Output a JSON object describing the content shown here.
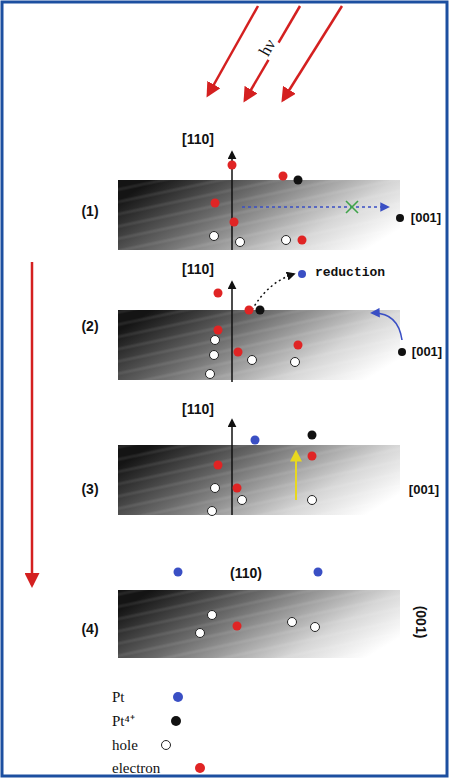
{
  "diagram": {
    "labels": [
      "hν",
      "[110]",
      "(1)",
      "[001]",
      "[110]",
      "reduction",
      "(2)",
      "[001]",
      "[110]",
      "(3)",
      "[001]",
      "(110)",
      "(4)",
      "(001)"
    ],
    "legend": [
      {
        "text": "Pt",
        "color": "#3a4fc4"
      },
      {
        "text": "Pt⁴⁺",
        "color": "#111111"
      },
      {
        "text": "hole"
      },
      {
        "text": "electron",
        "color": "#e02424"
      }
    ]
  }
}
